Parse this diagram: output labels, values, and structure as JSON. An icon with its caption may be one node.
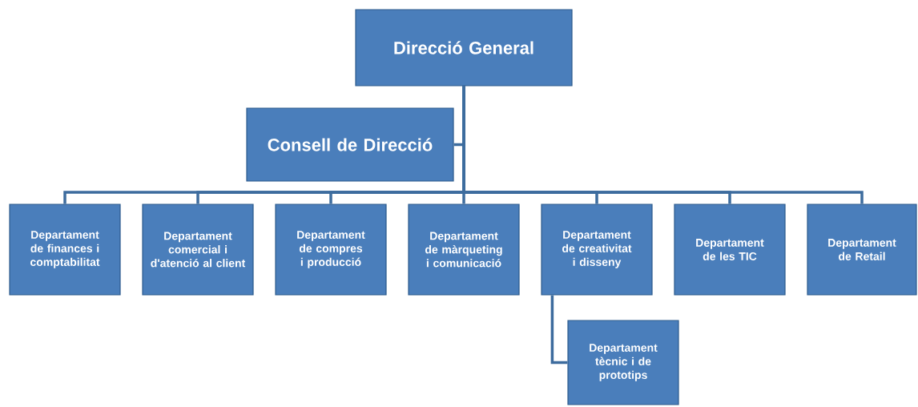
{
  "diagram": {
    "nodes": [
      {
        "text": [
          "Direcció General"
        ]
      },
      {
        "text": [
          "Consell de Direcció"
        ]
      },
      {
        "text": [
          "Departament de finances i comptabilitat"
        ]
      },
      {
        "text": [
          "Departament comercial i d'atenció al client"
        ]
      },
      {
        "text": [
          "Departament de compres i producció"
        ]
      },
      {
        "text": [
          "Departament de màrqueting i comunicació"
        ]
      },
      {
        "text": [
          "Departament de creativitat i disseny"
        ]
      },
      {
        "text": [
          "Departament de les TIC"
        ]
      },
      {
        "text": [
          "Departament de Retail"
        ]
      },
      {
        "text": [
          "Departament tècnic i de prototips"
        ]
      }
    ],
    "edges": [
      {
        "from": 0,
        "to": 1,
        "arrow": "none"
      },
      {
        "from": 0,
        "to": 2,
        "arrow": "none"
      },
      {
        "from": 0,
        "to": 3,
        "arrow": "none"
      },
      {
        "from": 0,
        "to": 4,
        "arrow": "none"
      },
      {
        "from": 0,
        "to": 5,
        "arrow": "none"
      },
      {
        "from": 0,
        "to": 6,
        "arrow": "none"
      },
      {
        "from": 0,
        "to": 7,
        "arrow": "none"
      },
      {
        "from": 0,
        "to": 8,
        "arrow": "none"
      },
      {
        "from": 6,
        "to": 9,
        "arrow": "none"
      }
    ]
  }
}
